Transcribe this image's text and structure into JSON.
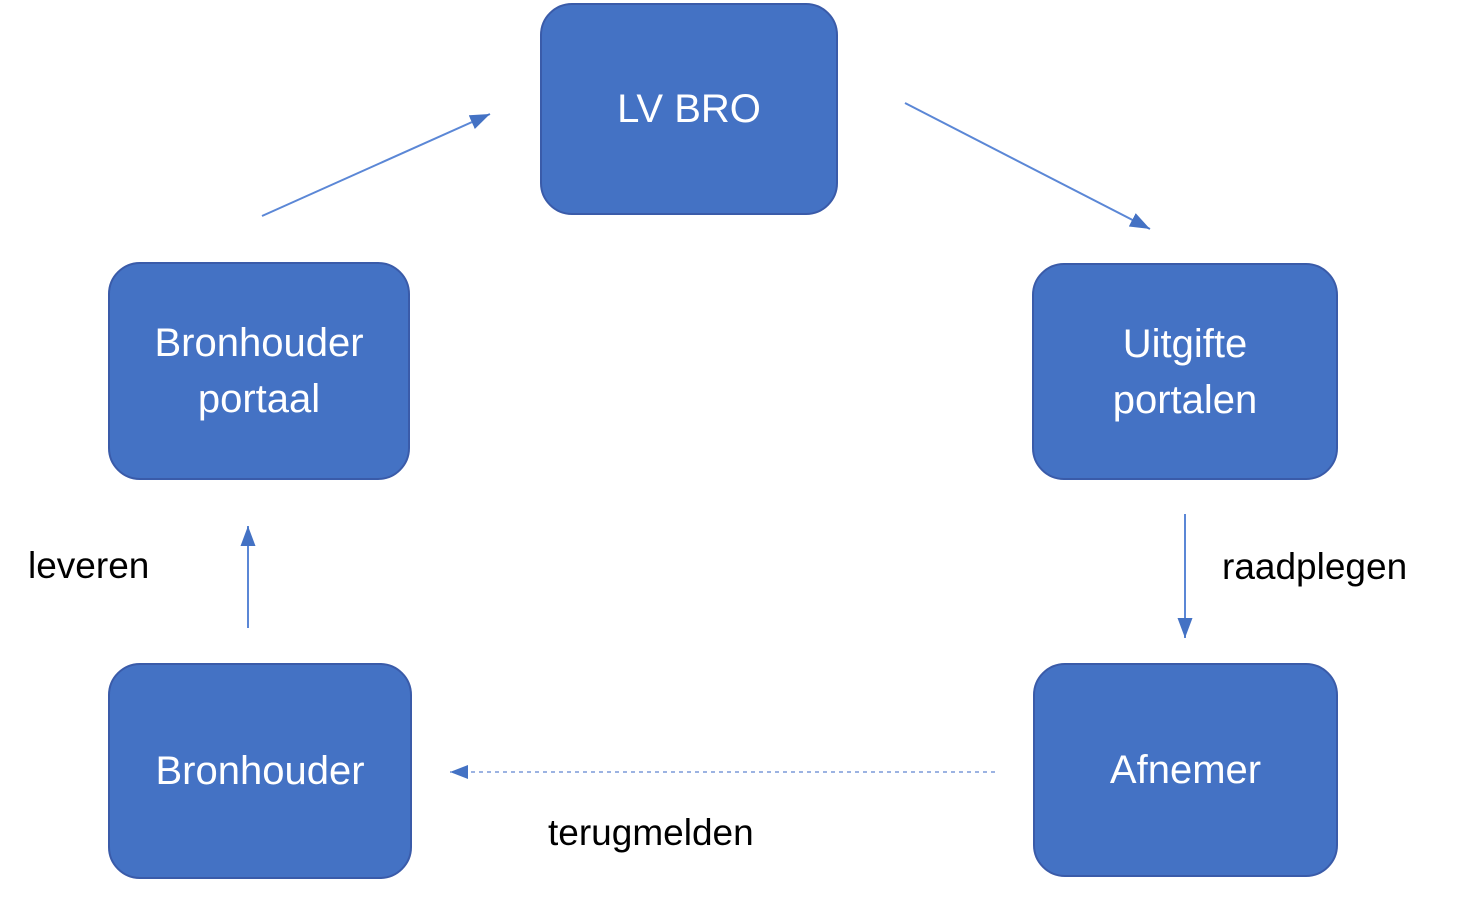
{
  "diagram": {
    "nodes": [
      {
        "id": "lv-bro",
        "label": "LV BRO"
      },
      {
        "id": "bronhouder-portaal",
        "label": "Bronhouder portaal"
      },
      {
        "id": "uitgifte-portalen",
        "label": "Uitgifte portalen"
      },
      {
        "id": "bronhouder",
        "label": "Bronhouder"
      },
      {
        "id": "afnemer",
        "label": "Afnemer"
      }
    ],
    "edges": [
      {
        "from": "bronhouder-portaal",
        "to": "lv-bro",
        "label": "",
        "style": "solid"
      },
      {
        "from": "lv-bro",
        "to": "uitgifte-portalen",
        "label": "",
        "style": "solid"
      },
      {
        "from": "uitgifte-portalen",
        "to": "afnemer",
        "label": "raadplegen",
        "style": "solid"
      },
      {
        "from": "afnemer",
        "to": "bronhouder",
        "label": "terugmelden",
        "style": "dashed"
      },
      {
        "from": "bronhouder",
        "to": "bronhouder-portaal",
        "label": "leveren",
        "style": "solid"
      }
    ],
    "colors": {
      "background": "#FFFFFF",
      "node_fill": "#4472C4",
      "node_border": "#3A5BA9",
      "node_text": "#FFFFFF",
      "arrow_line": "#5B87D6",
      "arrow_head": "#4472C4",
      "edge_label_text": "#000000"
    }
  }
}
